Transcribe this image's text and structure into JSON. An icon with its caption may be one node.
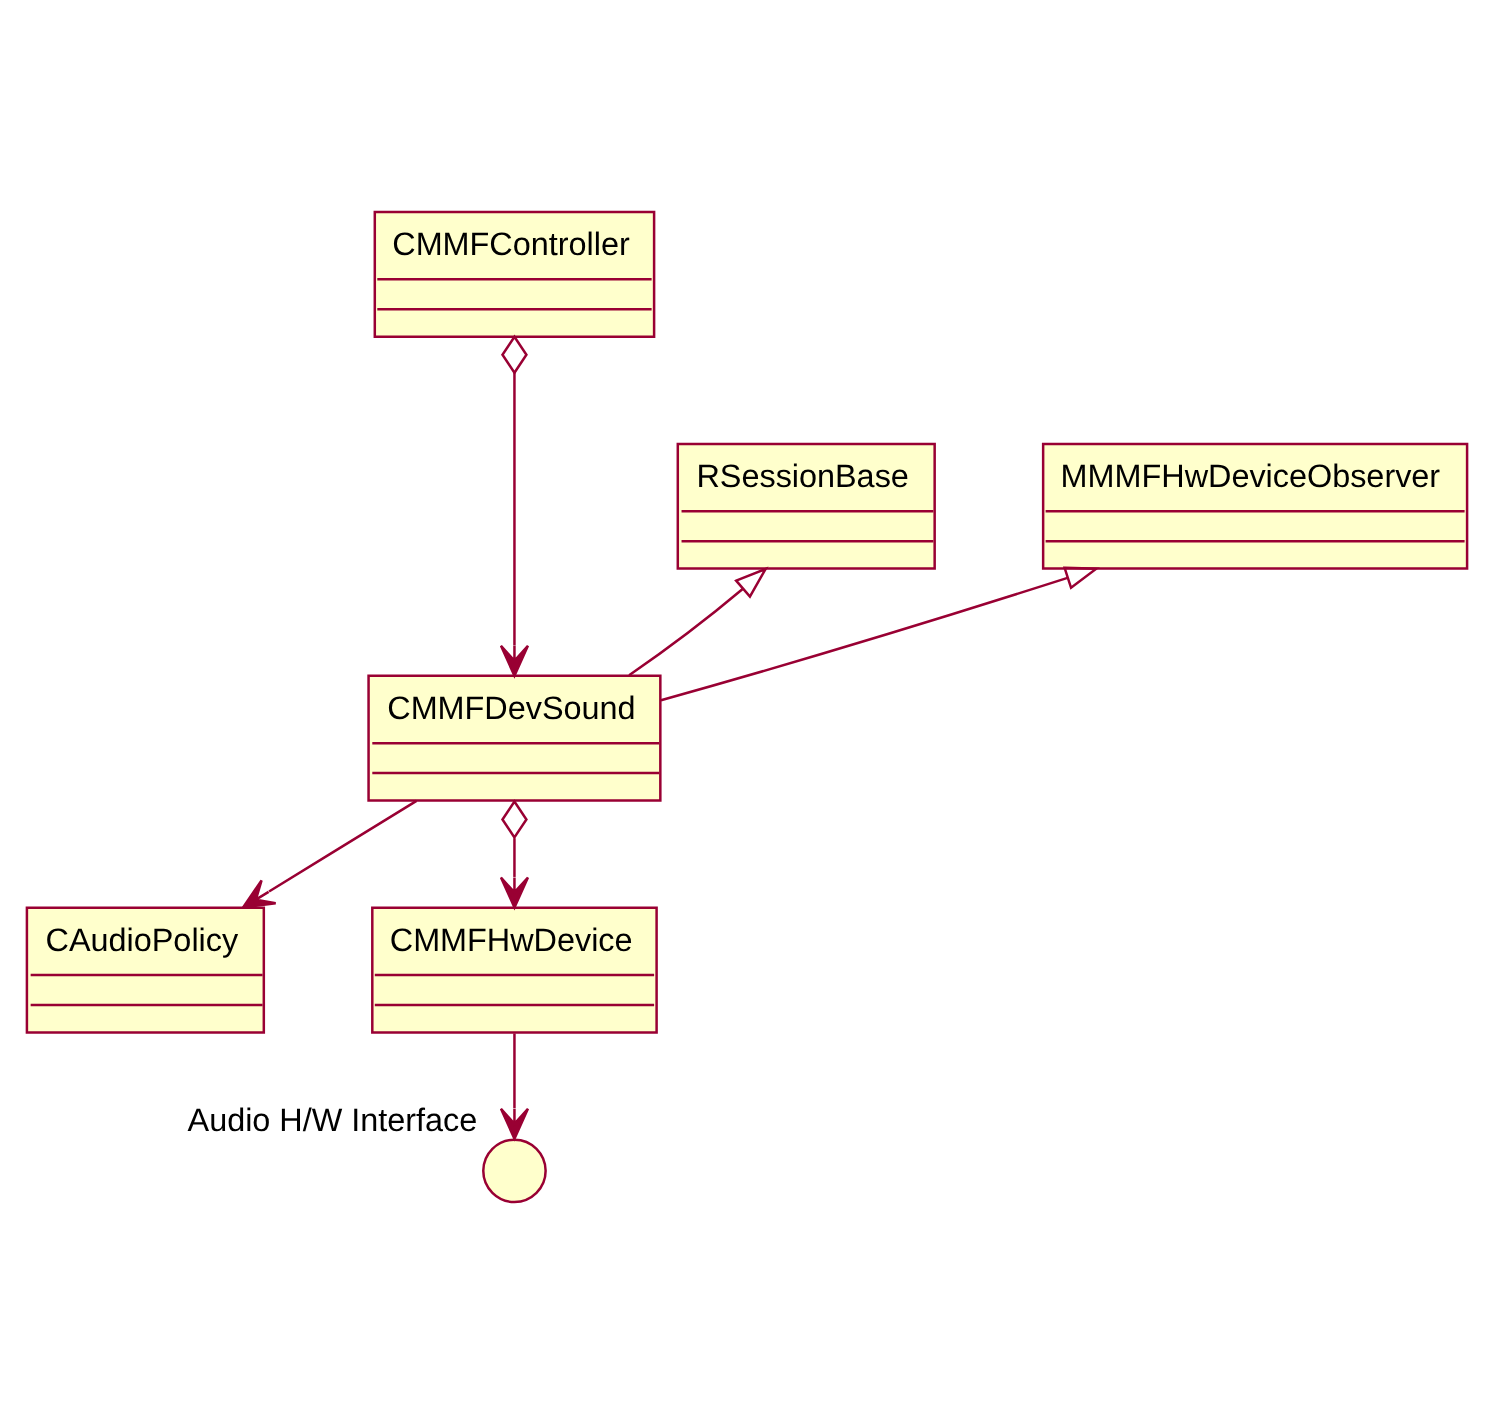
{
  "diagram": {
    "nodes": [
      {
        "text": [
          "CMMFController"
        ]
      },
      {
        "text": [
          "RSessionBase"
        ]
      },
      {
        "text": [
          "MMMFHwDeviceObserver"
        ]
      },
      {
        "text": [
          "CMMFDevSound"
        ]
      },
      {
        "text": [
          "CAudioPolicy"
        ]
      },
      {
        "text": [
          "CMMFHwDevice"
        ]
      },
      {
        "text": [],
        "shape": "circle",
        "beside": [
          "Audio H/W Interface"
        ]
      }
    ],
    "edges": [
      {
        "from": 0,
        "to": 3,
        "arrow": "to"
      },
      {
        "from": 3,
        "to": 1,
        "arrow": "to"
      },
      {
        "from": 3,
        "to": 2,
        "arrow": "to"
      },
      {
        "from": 3,
        "to": 4,
        "arrow": "to"
      },
      {
        "from": 3,
        "to": 5,
        "arrow": "to"
      },
      {
        "from": 5,
        "to": 6,
        "arrow": "to"
      }
    ]
  }
}
